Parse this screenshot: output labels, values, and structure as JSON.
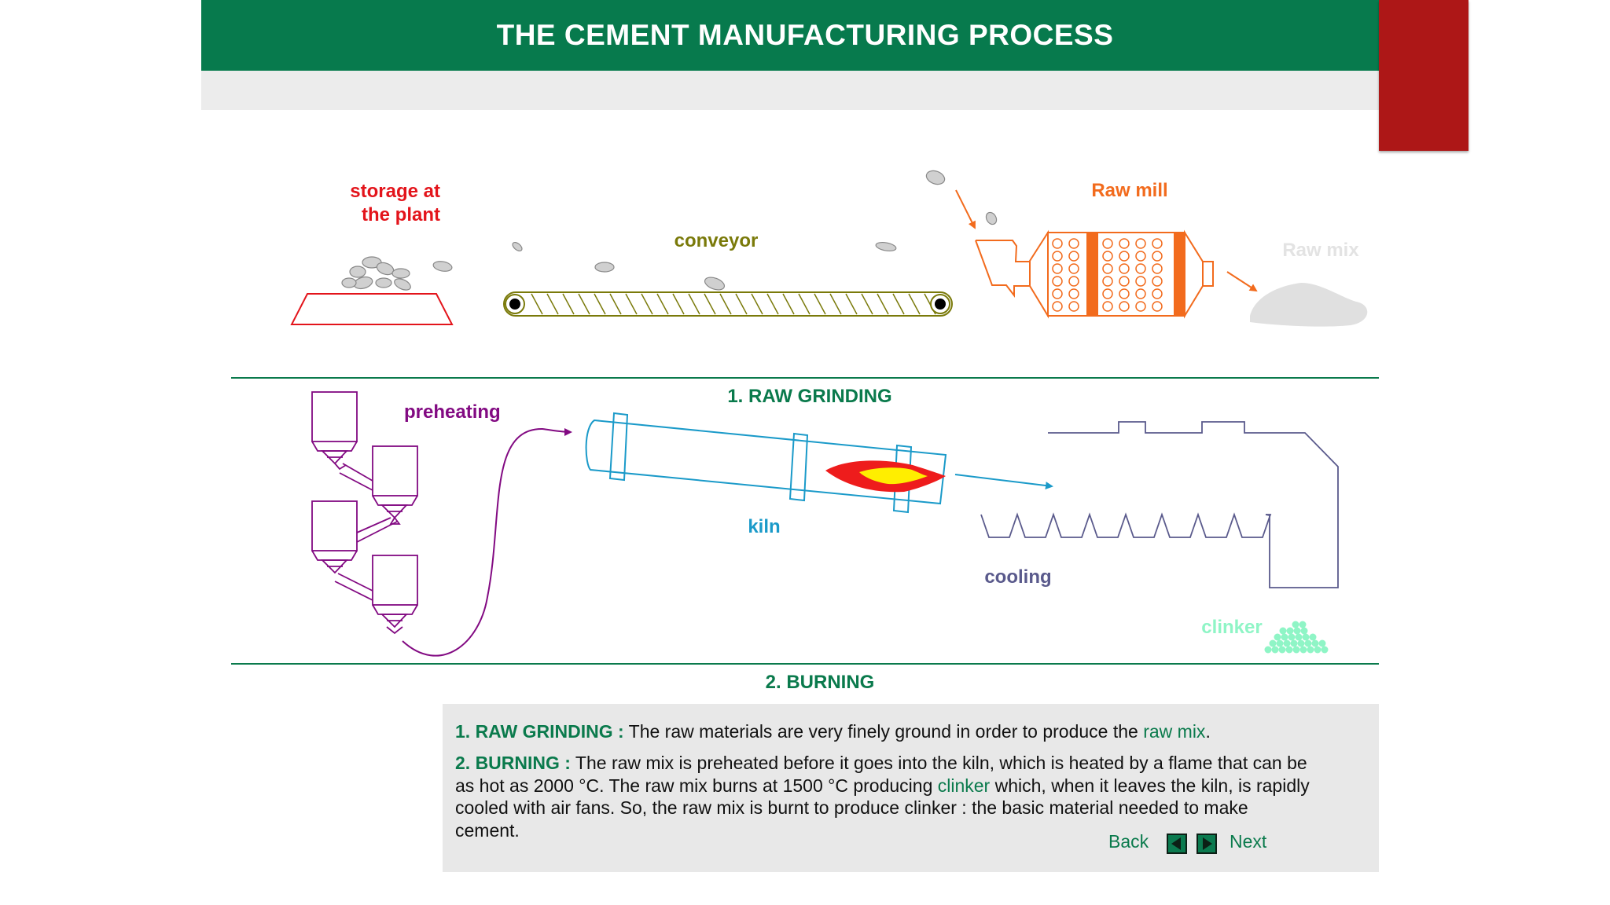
{
  "header": {
    "title": "THE CEMENT MANUFACTURING PROCESS"
  },
  "diagram": {
    "storage": {
      "line1": "storage at",
      "line2": "the plant"
    },
    "conveyor": "conveyor",
    "raw_mill": "Raw mill",
    "raw_mix": "Raw mix",
    "section1": "1. RAW GRINDING",
    "preheating": "preheating",
    "kiln": "kiln",
    "cooling": "cooling",
    "clinker": "clinker",
    "section2": "2. BURNING"
  },
  "description": {
    "p1_label": "1. RAW GRINDING :",
    "p1_text": "  The raw materials are very finely ground in order to produce the ",
    "p1_link": "raw mix",
    "p1_end": ".",
    "p2_label": "2. BURNING :",
    "p2_text": " The raw mix is preheated before it goes into the kiln, which is heated by a flame that can be as hot as 2000 °C. The raw mix burns at 1500 °C producing ",
    "p2_link": "clinker",
    "p2_end": " which, when it leaves the kiln, is rapidly cooled with air fans. So, the raw mix is burnt to produce clinker : the basic material needed to make cement."
  },
  "nav": {
    "back": "Back",
    "next": "Next"
  },
  "colors": {
    "header_green": "#077a4d",
    "accent_red": "#ad1717",
    "storage_red": "#e3141b",
    "conveyor_olive": "#7a7a0a",
    "mill_orange": "#f26b1d",
    "preheat_purple": "#820a82",
    "kiln_blue": "#1a9ac9",
    "cooling_slate": "#5a5a8c",
    "clinker_mint": "#8ff5c6"
  }
}
